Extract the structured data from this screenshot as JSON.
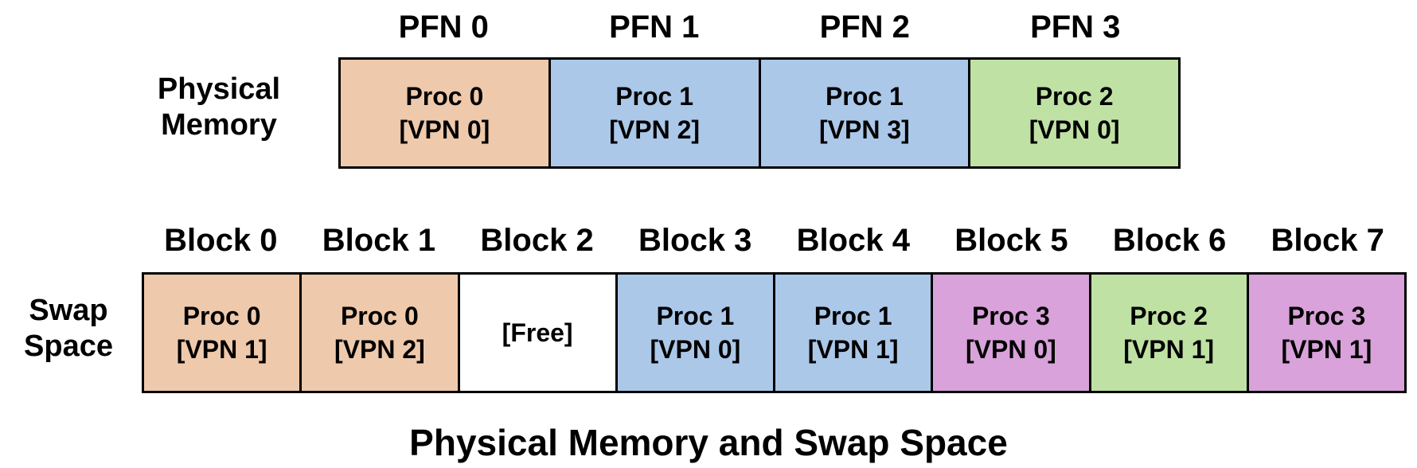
{
  "caption": "Physical Memory and Swap Space",
  "palette": {
    "proc0": "#EFC9AB",
    "proc1": "#ABC8E9",
    "proc2": "#BFE2A4",
    "proc3": "#D9A2DA",
    "free": "#FFFFFF",
    "border": "#000000",
    "background": "#FFFFFF",
    "text": "#000000"
  },
  "physical_memory": {
    "row_label_lines": [
      "Physical",
      "Memory"
    ],
    "cells": [
      {
        "header": "PFN 0",
        "line1": "Proc 0",
        "line2": "[VPN 0]",
        "process": "proc0",
        "color": "#EFC9AB"
      },
      {
        "header": "PFN 1",
        "line1": "Proc 1",
        "line2": "[VPN 2]",
        "process": "proc1",
        "color": "#ABC8E9"
      },
      {
        "header": "PFN 2",
        "line1": "Proc 1",
        "line2": "[VPN 3]",
        "process": "proc1",
        "color": "#ABC8E9"
      },
      {
        "header": "PFN 3",
        "line1": "Proc 2",
        "line2": "[VPN 0]",
        "process": "proc2",
        "color": "#BFE2A4"
      }
    ]
  },
  "swap_space": {
    "row_label_lines": [
      "Swap",
      "Space"
    ],
    "cells": [
      {
        "header": "Block 0",
        "line1": "Proc 0",
        "line2": "[VPN 1]",
        "process": "proc0",
        "color": "#EFC9AB"
      },
      {
        "header": "Block 1",
        "line1": "Proc 0",
        "line2": "[VPN 2]",
        "process": "proc0",
        "color": "#EFC9AB"
      },
      {
        "header": "Block 2",
        "line1": "[Free]",
        "line2": "",
        "process": "free",
        "color": "#FFFFFF"
      },
      {
        "header": "Block 3",
        "line1": "Proc 1",
        "line2": "[VPN 0]",
        "process": "proc1",
        "color": "#ABC8E9"
      },
      {
        "header": "Block 4",
        "line1": "Proc 1",
        "line2": "[VPN 1]",
        "process": "proc1",
        "color": "#ABC8E9"
      },
      {
        "header": "Block 5",
        "line1": "Proc 3",
        "line2": "[VPN 0]",
        "process": "proc3",
        "color": "#D9A2DA"
      },
      {
        "header": "Block 6",
        "line1": "Proc 2",
        "line2": "[VPN 1]",
        "process": "proc2",
        "color": "#BFE2A4"
      },
      {
        "header": "Block 7",
        "line1": "Proc 3",
        "line2": "[VPN 1]",
        "process": "proc3",
        "color": "#D9A2DA"
      }
    ]
  }
}
